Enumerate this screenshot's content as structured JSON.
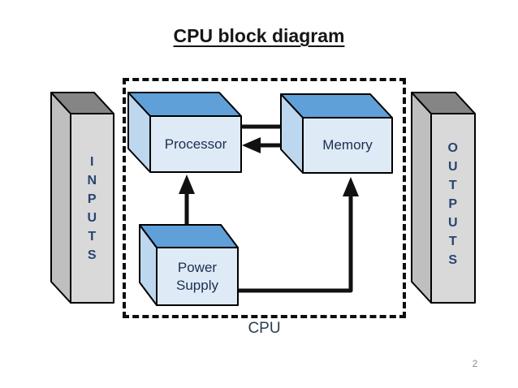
{
  "title": "CPU block diagram",
  "page": {
    "number": "2"
  },
  "diagram": {
    "cpu_label": "CPU",
    "blocks": {
      "processor": {
        "label": "Processor"
      },
      "memory": {
        "label": "Memory"
      },
      "power_supply": {
        "label": "Power\nSupply"
      }
    },
    "inputs": {
      "label": "I\nN\nP\nU\nT\nS"
    },
    "outputs": {
      "label": "O\nU\nT\nP\nU\nT\nS"
    },
    "connections": [
      "Processor to Memory",
      "Memory to Processor",
      "Power Supply to Processor",
      "Power Supply to Memory"
    ],
    "colors": {
      "box_top": "#5fa0d8",
      "box_side": "#bdd7ee",
      "box_front": "#deeaf6",
      "slab_top": "#858585",
      "slab_side": "#bfbfbf",
      "slab_front": "#d9d9d9",
      "label_text": "#1d2f4f",
      "slab_text": "#274472",
      "line": "#111111"
    }
  }
}
